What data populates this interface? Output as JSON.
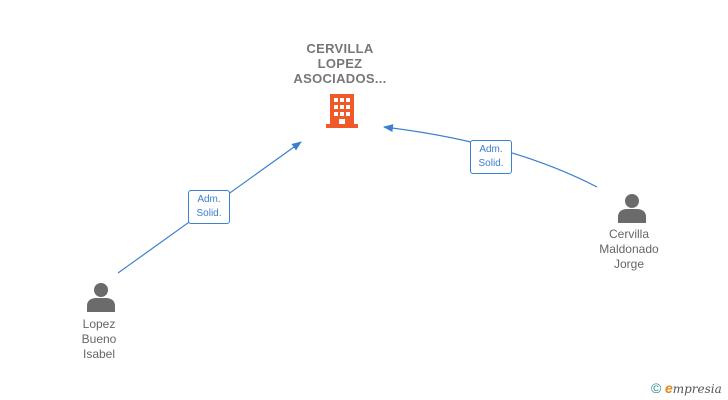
{
  "company": {
    "name_lines": [
      "CERVILLA",
      "LOPEZ",
      "ASOCIADOS..."
    ],
    "icon": "building-icon",
    "icon_color": "#f05a28"
  },
  "persons": [
    {
      "name_lines": [
        "Lopez",
        "Bueno",
        "Isabel"
      ],
      "icon": "person-icon"
    },
    {
      "name_lines": [
        "Cervilla",
        "Maldonado",
        "Jorge"
      ],
      "icon": "person-icon"
    }
  ],
  "edges": [
    {
      "from": "Lopez Bueno Isabel",
      "to": "CERVILLA LOPEZ ASOCIADOS...",
      "label_lines": [
        "Adm.",
        "Solid."
      ]
    },
    {
      "from": "Cervilla Maldonado Jorge",
      "to": "CERVILLA LOPEZ ASOCIADOS...",
      "label_lines": [
        "Adm.",
        "Solid."
      ]
    }
  ],
  "colors": {
    "edge": "#3a7fd0",
    "person_icon": "#6b6b6b",
    "text": "#777777"
  },
  "watermark": {
    "copyright_symbol": "©",
    "brand_initial": "e",
    "brand_rest": "mpresia"
  }
}
